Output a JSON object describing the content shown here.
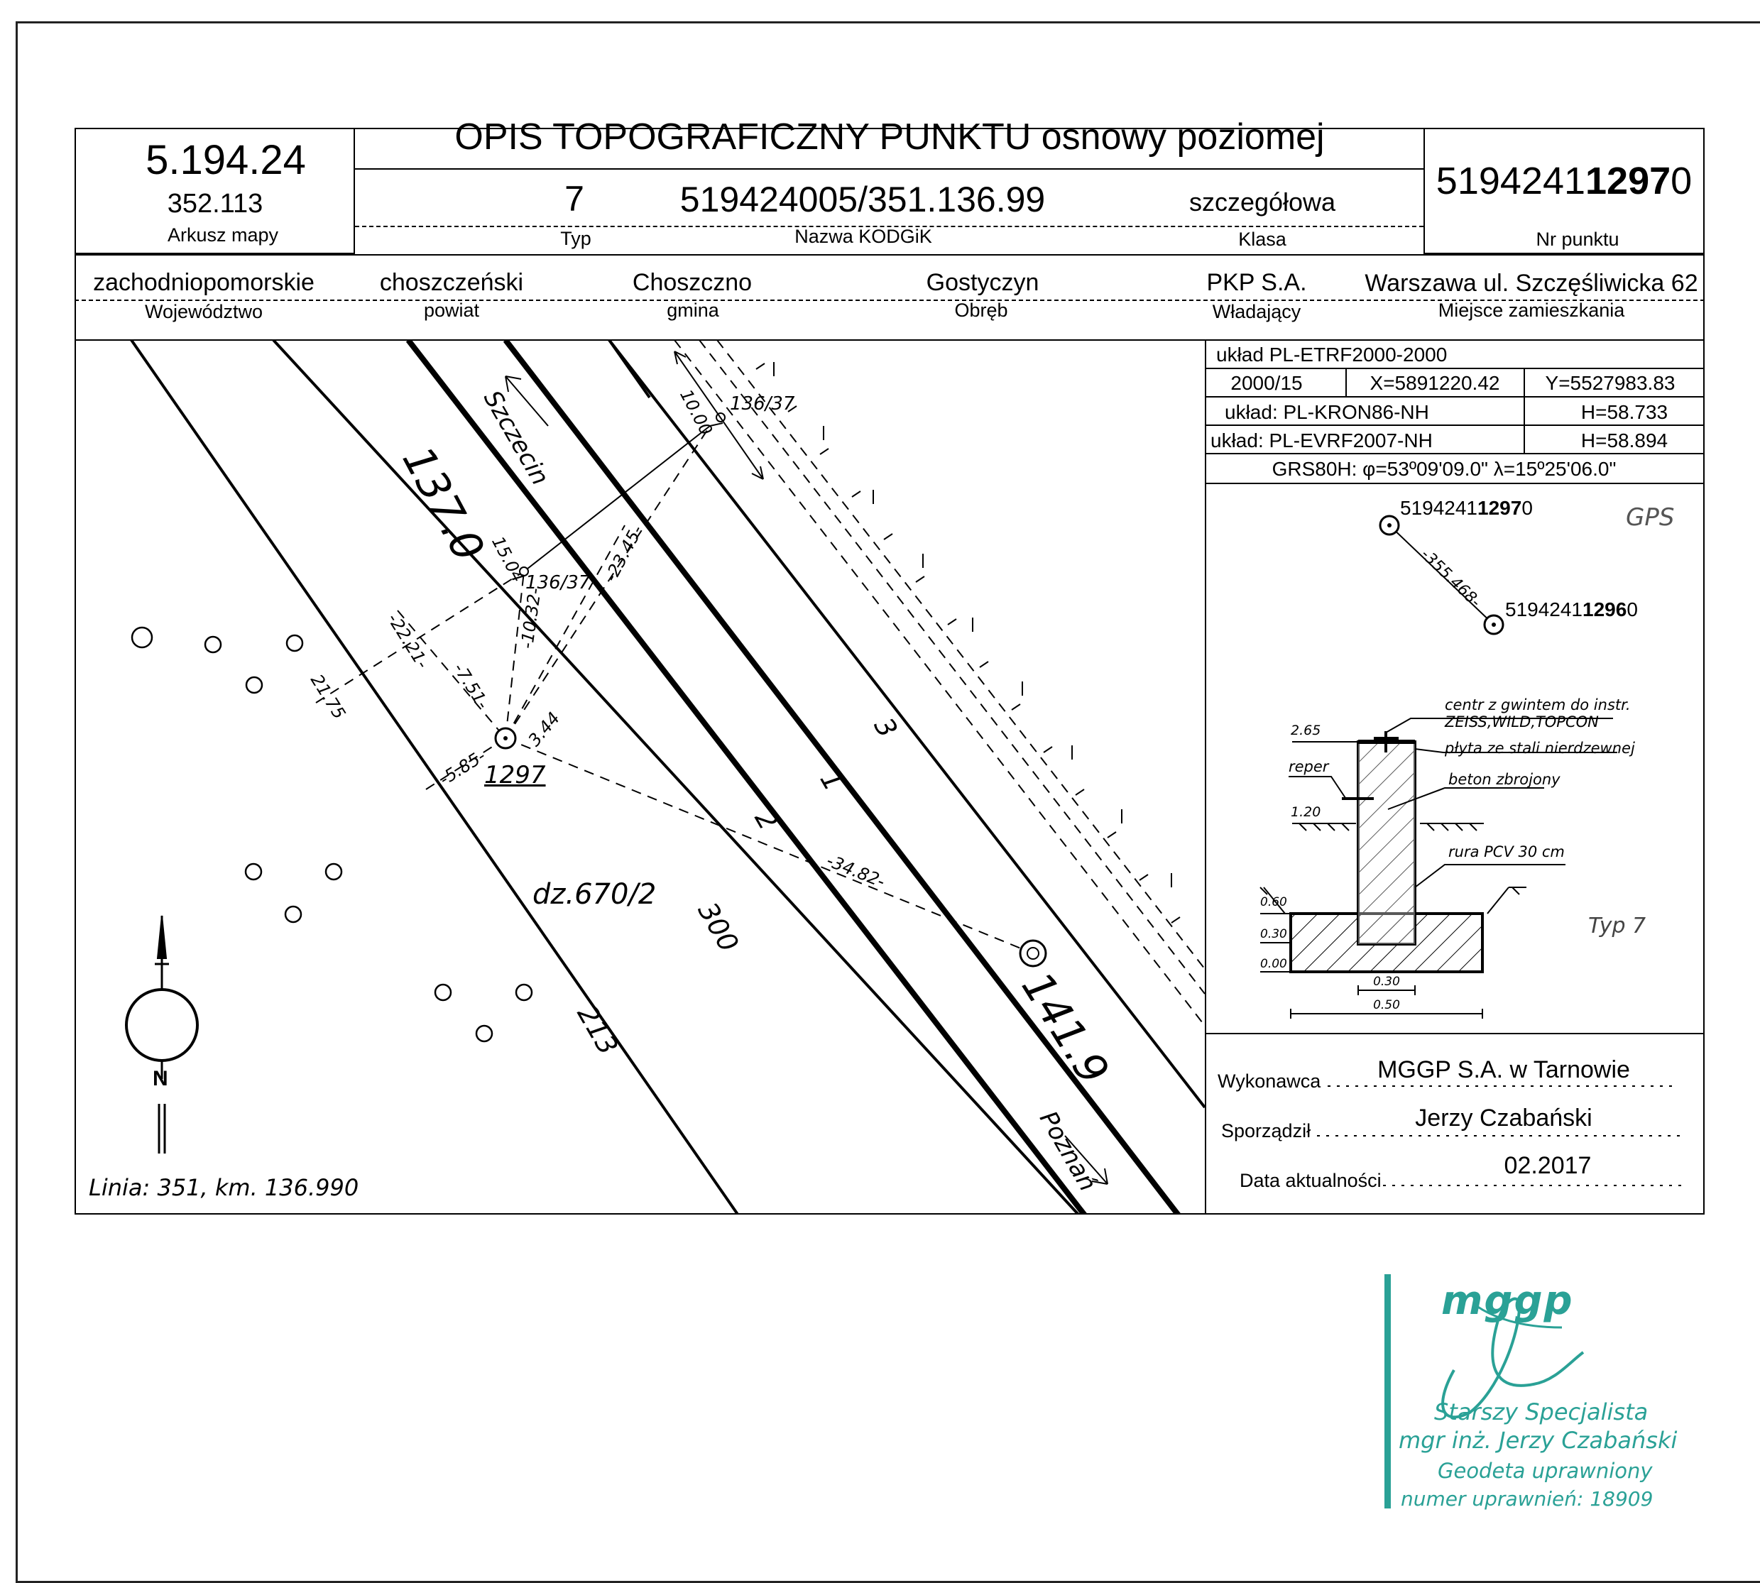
{
  "title": "OPIS TOPOGRAFICZNY PUNKTU osnowy poziomej",
  "map_sheet": {
    "code": "5.194.24",
    "sub": "352.113",
    "label": "Arkusz mapy"
  },
  "header": {
    "type_value": "7",
    "type_label": "Typ",
    "kodgik_value": "519424005/351.136.99",
    "kodgik_label": "Nazwa KODGiK",
    "class_value": "szczegółowa",
    "class_label": "Klasa",
    "point_prefix": "5194241",
    "point_bold": "1297",
    "point_suffix": "0",
    "point_label": "Nr punktu"
  },
  "admin": {
    "wojewodztwo": "zachodniopomorskie",
    "wojewodztwo_label": "Województwo",
    "powiat": "choszczeński",
    "powiat_label": "powiat",
    "gmina": "Choszczno",
    "gmina_label": "gmina",
    "obreb": "Gostyczyn",
    "obreb_label": "Obręb",
    "wladajacy": "PKP S.A.",
    "wladajacy_label": "Władający",
    "miejsce": "Warszawa ul. Szczęśliwicka 62",
    "miejsce_label": "Miejsce zamieszkania"
  },
  "coords": {
    "system1": "układ PL-ETRF2000-2000",
    "zone": "2000/15",
    "x": "X=5891220.42",
    "y": "Y=5527983.83",
    "kron_label": "układ: PL-KRON86-NH",
    "kron_h": "H=58.733",
    "evrf_label": "układ: PL-EVRF2007-NH",
    "evrf_h": "H=58.894",
    "grs": "GRS80H: φ=53º09'09.0\" λ=15º25'06.0\""
  },
  "gps": {
    "point1_prefix": "5194241",
    "point1_bold": "1297",
    "point1_suffix": "0",
    "point2_prefix": "5194241",
    "point2_bold": "1296",
    "point2_suffix": "0",
    "distance": "-355.468-",
    "label": "GPS"
  },
  "construction": {
    "centr": "centr z gwintem do instr.",
    "instruments": "ZEISS,WILD,TOPCON",
    "plyta": "płyta ze stali nierdzewnej",
    "beton": "beton zbrojony",
    "rura": "rura PCV 30 cm",
    "reper": "reper",
    "h265": "2.65",
    "h120": "1.20",
    "h060": "0.60",
    "h030": "0.30",
    "h000": "0.00",
    "w030": "0.30",
    "w050": "0.50",
    "type_label": "Typ 7"
  },
  "sketch": {
    "km137": "137.0",
    "km1419": "141.9",
    "szczecin": "Szczecin",
    "poznan": "Poznań",
    "line_info": "Linia: 351, km. 136.990",
    "parcel": "dz.670/2",
    "point_no": "1297",
    "r136_top": "136/37",
    "r136_mid": "136/37",
    "d1000": "10.00",
    "d1504": "15.04",
    "d2345": "-23.45-",
    "d1032": "-10.32-",
    "d2221": "-22.21-",
    "d751": "-7.51-",
    "d2175": "21.75",
    "d585": "-5.85-",
    "d344": "3.44",
    "d3482": "-34.82-",
    "track3": "3",
    "track1": "1",
    "track2": "2",
    "n300": "300",
    "n213": "213",
    "north": "N"
  },
  "signature": {
    "wykonawca_label": "Wykonawca",
    "wykonawca": "MGGP S.A.  w Tarnowie",
    "sporzadzil_label": "Sporządził",
    "sporzadzil": "Jerzy Czabański",
    "data_label": "Data aktualności",
    "data": "02.2017"
  },
  "stamp": {
    "logo": "mggp",
    "line1": "Starszy Specjalista",
    "line2": "mgr inż. Jerzy Czabański",
    "line3": "Geodeta uprawniony",
    "line4": "numer uprawnień: 18909"
  },
  "colors": {
    "ink": "#000000",
    "stamp": "#2aa196"
  }
}
